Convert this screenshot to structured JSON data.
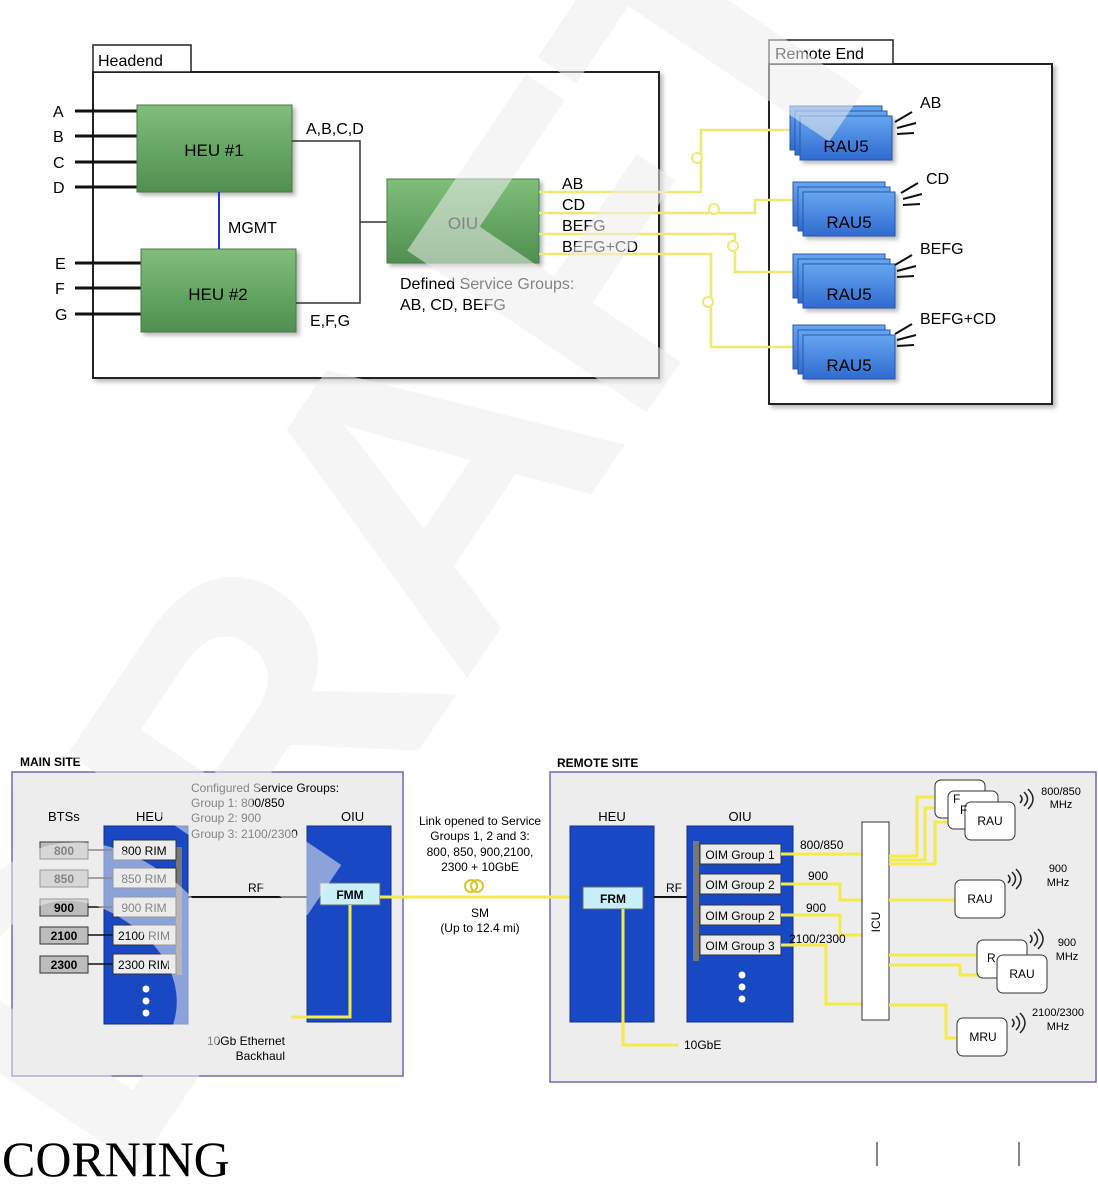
{
  "watermark": "DRAFT",
  "d1": {
    "headend_label": "Headend",
    "remote_end_label": "Remote End",
    "inputs_top": [
      "A",
      "B",
      "C",
      "D"
    ],
    "inputs_bottom": [
      "E",
      "F",
      "G"
    ],
    "heu1": "HEU #1",
    "heu2": "HEU #2",
    "mgmt": "MGMT",
    "out_heu1": "A,B,C,D",
    "out_heu2": "E,F,G",
    "oiu": "OIU",
    "oiu_ports": [
      "AB",
      "CD",
      "BEFG",
      "BEFG+CD"
    ],
    "defined_groups_line1": "Defined Service Groups:",
    "defined_groups_line2": "AB, CD, BEFG",
    "rau_label": "RAU5",
    "rau_groups": [
      "AB",
      "CD",
      "BEFG",
      "BEFG+CD"
    ]
  },
  "d2": {
    "main_site": "MAIN SITE",
    "remote_site": "REMOTE SITE",
    "configured_title": "Configured Service Groups:",
    "configured_lines": [
      "Group 1: 800/850",
      "Group 2: 900",
      "Group 3: 2100/2300"
    ],
    "bts_title": "BTSs",
    "bts": [
      "800",
      "850",
      "900",
      "2100",
      "2300"
    ],
    "heu_title": "HEU",
    "rims": [
      "800 RIM",
      "850 RIM",
      "900 RIM",
      "2100 RIM",
      "2300 RIM"
    ],
    "oiu_title": "OIU",
    "rf": "RF",
    "fmm": "FMM",
    "link_text": [
      "Link opened to Service",
      "Groups 1, 2 and 3:",
      "800, 850, 900,2100,",
      "2300 + 10GbE"
    ],
    "sm": "SM",
    "sm_range": "(Up to 12.4 mi)",
    "backhaul": [
      "10Gb Ethernet",
      "Backhaul"
    ],
    "remote_heu_title": "HEU",
    "frm": "FRM",
    "remote_rf": "RF",
    "gbe": "10GbE",
    "remote_oiu_title": "OIU",
    "oim_groups": [
      "OIM Group 1",
      "OIM Group 2",
      "OIM Group 2",
      "OIM Group 3"
    ],
    "oim_freqs": [
      "800/850",
      "900",
      "900",
      "2100/2300"
    ],
    "icu": "ICU",
    "rau": "RAU",
    "rau_partial": "R",
    "rau_partial2": "F",
    "mru": "MRU",
    "band_labels": [
      [
        "800/850",
        "MHz"
      ],
      [
        "900",
        "MHz"
      ],
      [
        "900",
        "MHz"
      ],
      [
        "2100/2300",
        "MHz"
      ]
    ]
  },
  "footer": {
    "logo": "CORNING"
  },
  "colors": {
    "green": "#5fa05f",
    "blue": "#3b78d6",
    "yellow": "#f3eb7a",
    "navy": "#1746b8",
    "cyan": "#c8f0fb"
  }
}
